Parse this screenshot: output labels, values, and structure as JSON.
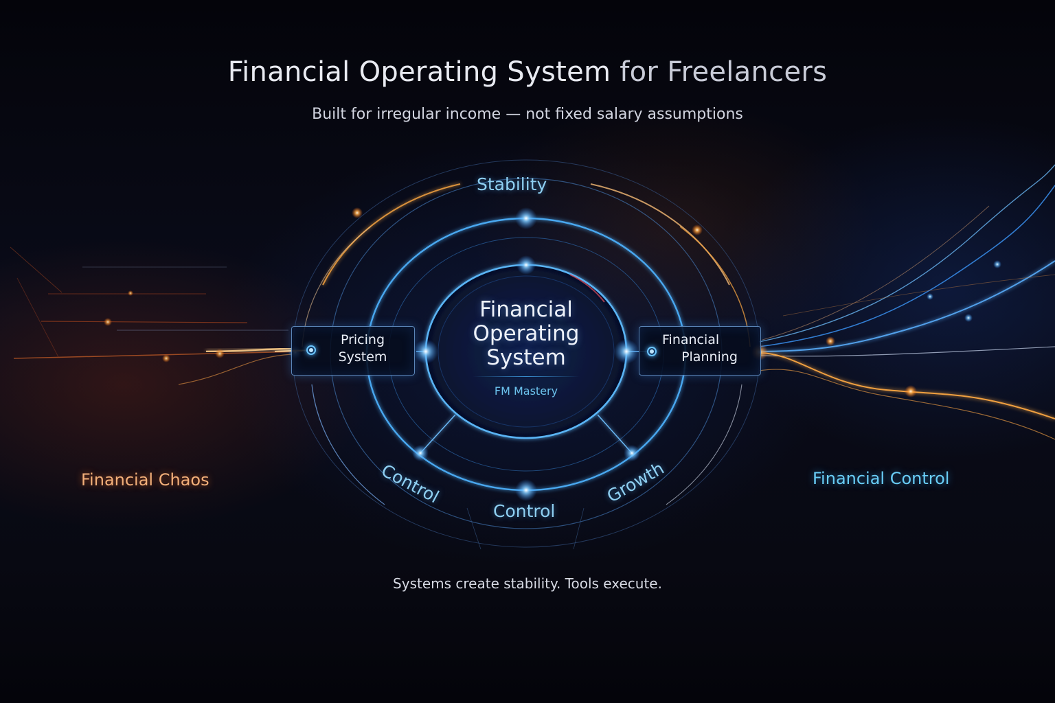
{
  "header": {
    "title_bold": "Financial Operating System",
    "title_light": "for Freelancers",
    "subtitle": "Built for irregular income — not fixed salary assumptions"
  },
  "diagram": {
    "center": {
      "title_lines": [
        "Financial",
        "Operating",
        "System"
      ],
      "subtitle": "FM Mastery"
    },
    "ring_labels": {
      "top": "Stability",
      "bottom_left": "Control",
      "bottom": "Control",
      "bottom_right": "Growth"
    },
    "nodes": {
      "left": {
        "line1": "Pricing",
        "line2": "System"
      },
      "right": {
        "line1": "Financial",
        "line2": "Planning"
      }
    },
    "side_labels": {
      "left": "Financial Chaos",
      "right": "Financial Control"
    },
    "colors": {
      "background": "#05050b",
      "ring_blue": "#4aa8f0",
      "ring_orange": "#f0a040",
      "chaos_orange": "#f3b07a",
      "control_cyan": "#69cdf6"
    }
  },
  "footer": {
    "tagline": "Systems create stability. Tools execute."
  }
}
